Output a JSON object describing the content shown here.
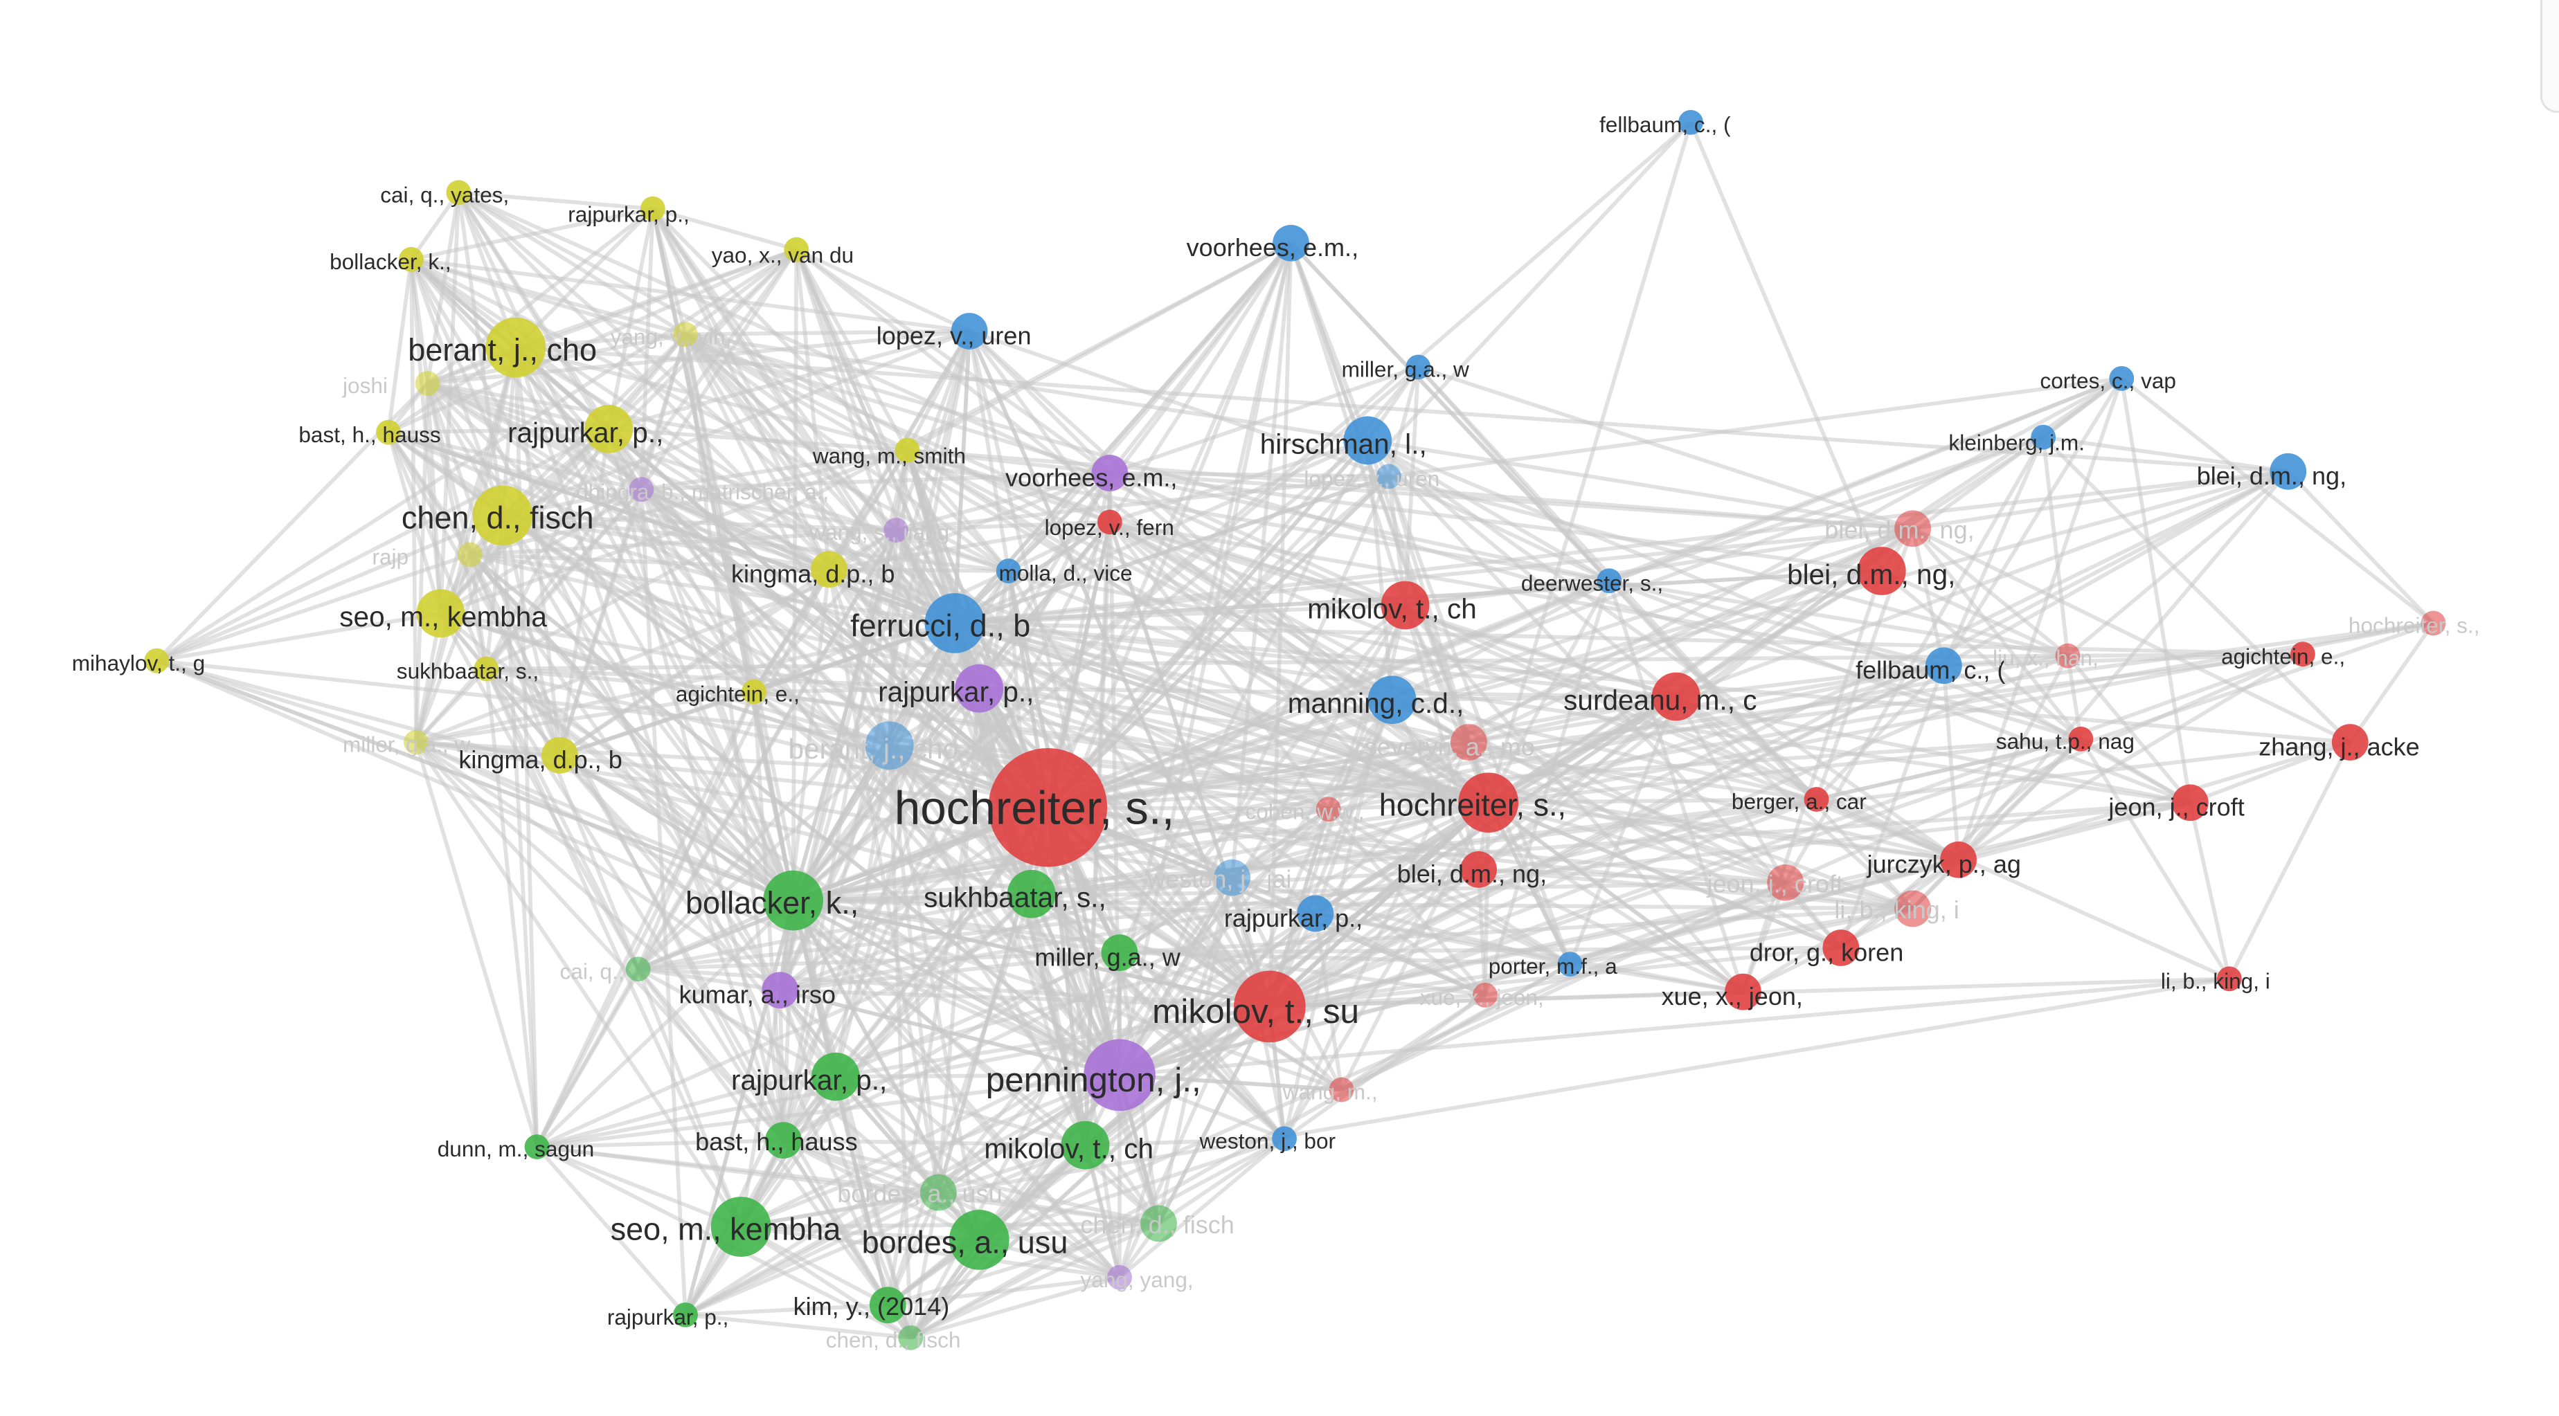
{
  "colors": {
    "yellow": "#cfcf2c",
    "blue": "#3d8fd6",
    "purple": "#a66fd6",
    "green": "#3bb345",
    "red": "#e03c3c",
    "edge": "#c8c8c8",
    "label": "#2b2b2b",
    "faint_label": "#c9c9c9"
  },
  "nodes": [
    {
      "id": "fellbaum_top",
      "label": "fellbaum, c., (",
      "cluster": "blue",
      "weight": 1,
      "faint": false
    },
    {
      "id": "cai",
      "label": "cai, q., yates,",
      "cluster": "yellow",
      "weight": 1,
      "faint": false
    },
    {
      "id": "rajpurkar_y1",
      "label": "rajpurkar, p.,",
      "cluster": "yellow",
      "weight": 1,
      "faint": false
    },
    {
      "id": "yao",
      "label": "yao, x., van du",
      "cluster": "yellow",
      "weight": 1,
      "faint": false
    },
    {
      "id": "bollacker_y",
      "label": "bollacker, k.,",
      "cluster": "yellow",
      "weight": 1,
      "faint": false
    },
    {
      "id": "voorhees_b1",
      "label": "voorhees, e.m.,",
      "cluster": "blue",
      "weight": 2,
      "faint": false
    },
    {
      "id": "berant_y",
      "label": "berant, j., cho",
      "cluster": "yellow",
      "weight": 4,
      "faint": false
    },
    {
      "id": "yang_yih",
      "label": "yang, y., yih,",
      "cluster": "yellow",
      "weight": 1,
      "faint": true
    },
    {
      "id": "lopez_b1",
      "label": "lopez, v., uren",
      "cluster": "blue",
      "weight": 2,
      "faint": false
    },
    {
      "id": "miller_b1",
      "label": "miller, g.a., w",
      "cluster": "blue",
      "weight": 1,
      "faint": false
    },
    {
      "id": "cortes",
      "label": "cortes, c., vap",
      "cluster": "blue",
      "weight": 1,
      "faint": false
    },
    {
      "id": "joshi",
      "label": "joshi",
      "cluster": "yellow",
      "weight": 1,
      "faint": true
    },
    {
      "id": "bast_y",
      "label": "bast, h., hauss",
      "cluster": "yellow",
      "weight": 1,
      "faint": false
    },
    {
      "id": "rajpurkar_y2",
      "label": "rajpurkar, p.,",
      "cluster": "yellow",
      "weight": 3,
      "faint": false
    },
    {
      "id": "wang_smith",
      "label": "wang, m., smith",
      "cluster": "yellow",
      "weight": 1,
      "faint": false
    },
    {
      "id": "hirschman",
      "label": "hirschman, l.,",
      "cluster": "blue",
      "weight": 3,
      "faint": false
    },
    {
      "id": "kleinberg",
      "label": "kleinberg, j.m.",
      "cluster": "blue",
      "weight": 1,
      "faint": false
    },
    {
      "id": "blei_b_right",
      "label": "blei, d.m., ng,",
      "cluster": "blue",
      "weight": 2,
      "faint": false
    },
    {
      "id": "voorhees_p",
      "label": "voorhees, e.m.,",
      "cluster": "purple",
      "weight": 2,
      "faint": false
    },
    {
      "id": "lopez_faint",
      "label": "lopez, v., uren",
      "cluster": "blue",
      "weight": 1,
      "faint": true
    },
    {
      "id": "matrischer",
      "label": "dhingra, b., matrischer, a.,",
      "cluster": "purple",
      "weight": 1,
      "faint": true
    },
    {
      "id": "chen_y",
      "label": "chen, d., fisch",
      "cluster": "yellow",
      "weight": 4,
      "faint": false
    },
    {
      "id": "wang_jiang",
      "label": "wang, s., jiang",
      "cluster": "purple",
      "weight": 1,
      "faint": true
    },
    {
      "id": "lopez_fern",
      "label": "lopez, v., fern",
      "cluster": "red",
      "weight": 1,
      "faint": false
    },
    {
      "id": "blei_faint",
      "label": "blei, d.m., ng,",
      "cluster": "red",
      "weight": 2,
      "faint": true
    },
    {
      "id": "rajp_faint",
      "label": "rajp",
      "cluster": "yellow",
      "weight": 1,
      "faint": true
    },
    {
      "id": "kingma_p",
      "label": "kingma, d.p., b",
      "cluster": "yellow",
      "weight": 2,
      "faint": false
    },
    {
      "id": "molla",
      "label": "molla, d., vice",
      "cluster": "blue",
      "weight": 1,
      "faint": false
    },
    {
      "id": "blei_r",
      "label": "blei, d.m., ng,",
      "cluster": "red",
      "weight": 3,
      "faint": false
    },
    {
      "id": "deerwester",
      "label": "deerwester, s.,",
      "cluster": "blue",
      "weight": 1,
      "faint": false
    },
    {
      "id": "seo_y",
      "label": "seo, m., kembha",
      "cluster": "yellow",
      "weight": 3,
      "faint": false
    },
    {
      "id": "ferrucci",
      "label": "ferrucci, d., b",
      "cluster": "blue",
      "weight": 4,
      "faint": false
    },
    {
      "id": "mikolov_r_ch",
      "label": "mikolov, t., ch",
      "cluster": "red",
      "weight": 3,
      "faint": false
    },
    {
      "id": "hochreiter_faint",
      "label": "hochreiter, s.,",
      "cluster": "red",
      "weight": 1,
      "faint": true
    },
    {
      "id": "mihaylov",
      "label": "mihaylov, t., g",
      "cluster": "yellow",
      "weight": 1,
      "faint": false
    },
    {
      "id": "sukhbaatar_y",
      "label": "sukhbaatar, s.,",
      "cluster": "yellow",
      "weight": 1,
      "faint": false
    },
    {
      "id": "agichtein_y",
      "label": "agichtein, e.,",
      "cluster": "yellow",
      "weight": 1,
      "faint": false
    },
    {
      "id": "rajpurkar_p",
      "label": "rajpurkar, p.,",
      "cluster": "purple",
      "weight": 3,
      "faint": false
    },
    {
      "id": "fellbaum_b",
      "label": "fellbaum, c., (",
      "cluster": "blue",
      "weight": 2,
      "faint": false
    },
    {
      "id": "liu_faint",
      "label": "liu, x., han,",
      "cluster": "red",
      "weight": 1,
      "faint": true
    },
    {
      "id": "agichtein_r",
      "label": "agichtein, e.,",
      "cluster": "red",
      "weight": 1,
      "faint": false
    },
    {
      "id": "manning",
      "label": "manning, c.d.,",
      "cluster": "blue",
      "weight": 3,
      "faint": false
    },
    {
      "id": "surdeanu",
      "label": "surdeanu, m., c",
      "cluster": "red",
      "weight": 3,
      "faint": false
    },
    {
      "id": "sahu",
      "label": "sahu, t.p., nag",
      "cluster": "red",
      "weight": 1,
      "faint": false
    },
    {
      "id": "zhang",
      "label": "zhang, j., acke",
      "cluster": "red",
      "weight": 2,
      "faint": false
    },
    {
      "id": "miller_faint",
      "label": "miller, g.a., w",
      "cluster": "yellow",
      "weight": 1,
      "faint": true
    },
    {
      "id": "kingma_y",
      "label": "kingma, d.p., b",
      "cluster": "yellow",
      "weight": 2,
      "faint": false
    },
    {
      "id": "berant_b",
      "label": "berant, j., cho",
      "cluster": "blue",
      "weight": 3,
      "faint": true
    },
    {
      "id": "severyn",
      "label": "severyn, a., mo",
      "cluster": "red",
      "weight": 2,
      "faint": true
    },
    {
      "id": "hochreiter_main",
      "label": "hochreiter, s.,",
      "cluster": "red",
      "weight": 9,
      "faint": false
    },
    {
      "id": "cohen",
      "label": "cohen, w.w.,",
      "cluster": "red",
      "weight": 1,
      "faint": true
    },
    {
      "id": "hochreiter_r2",
      "label": "hochreiter, s.,",
      "cluster": "red",
      "weight": 4,
      "faint": false
    },
    {
      "id": "berger",
      "label": "berger, a., car",
      "cluster": "red",
      "weight": 1,
      "faint": false
    },
    {
      "id": "jeon_croft",
      "label": "jeon, j., croft",
      "cluster": "red",
      "weight": 2,
      "faint": false
    },
    {
      "id": "jeon_faint",
      "label": "jeon, j., croft",
      "cluster": "red",
      "weight": 2,
      "faint": true
    },
    {
      "id": "jurczyk",
      "label": "jurczyk, p., ag",
      "cluster": "red",
      "weight": 2,
      "faint": false
    },
    {
      "id": "bollacker_g",
      "label": "bollacker, k.,",
      "cluster": "green",
      "weight": 4,
      "faint": false
    },
    {
      "id": "sukhbaatar_g",
      "label": "sukhbaatar, s.,",
      "cluster": "green",
      "weight": 3,
      "faint": false
    },
    {
      "id": "weston_faint",
      "label": "weston, j., jai",
      "cluster": "blue",
      "weight": 2,
      "faint": true
    },
    {
      "id": "blei_r2",
      "label": "blei, d.m., ng,",
      "cluster": "red",
      "weight": 2,
      "faint": false
    },
    {
      "id": "li_king_faint",
      "label": "li, b., king, i",
      "cluster": "red",
      "weight": 2,
      "faint": true
    },
    {
      "id": "rajpurkar_b",
      "label": "rajpurkar, p.,",
      "cluster": "blue",
      "weight": 2,
      "faint": false
    },
    {
      "id": "dror",
      "label": "dror, g., koren",
      "cluster": "red",
      "weight": 2,
      "faint": false
    },
    {
      "id": "miller_g",
      "label": "miller, g.a., w",
      "cluster": "green",
      "weight": 2,
      "faint": false
    },
    {
      "id": "porter",
      "label": "porter, m.f., a",
      "cluster": "blue",
      "weight": 1,
      "faint": false
    },
    {
      "id": "li_king",
      "label": "li, b., king, i",
      "cluster": "red",
      "weight": 1,
      "faint": false
    },
    {
      "id": "cai_faint",
      "label": "cai, q.,",
      "cluster": "green",
      "weight": 1,
      "faint": true
    },
    {
      "id": "kumar",
      "label": "kumar, a., irso",
      "cluster": "purple",
      "weight": 2,
      "faint": false
    },
    {
      "id": "mikolov_su",
      "label": "mikolov, t., su",
      "cluster": "red",
      "weight": 5,
      "faint": false
    },
    {
      "id": "xue_faint",
      "label": "xue, x., jeon,",
      "cluster": "red",
      "weight": 1,
      "faint": true
    },
    {
      "id": "xue",
      "label": "xue, x., jeon,",
      "cluster": "red",
      "weight": 2,
      "faint": false
    },
    {
      "id": "rajpurkar_g",
      "label": "rajpurkar, p.,",
      "cluster": "green",
      "weight": 3,
      "faint": false
    },
    {
      "id": "pennington",
      "label": "pennington, j.,",
      "cluster": "purple",
      "weight": 5,
      "faint": false
    },
    {
      "id": "wang_faint",
      "label": "wang, m.,",
      "cluster": "red",
      "weight": 1,
      "faint": true
    },
    {
      "id": "dunn",
      "label": "dunn, m., sagun",
      "cluster": "green",
      "weight": 1,
      "faint": false
    },
    {
      "id": "bast_g",
      "label": "bast, h., hauss",
      "cluster": "green",
      "weight": 2,
      "faint": false
    },
    {
      "id": "mikolov_g",
      "label": "mikolov, t., ch",
      "cluster": "green",
      "weight": 3,
      "faint": false
    },
    {
      "id": "weston_b",
      "label": "weston, j., bor",
      "cluster": "blue",
      "weight": 1,
      "faint": false
    },
    {
      "id": "bordes_faint",
      "label": "bordes, a., usu",
      "cluster": "green",
      "weight": 2,
      "faint": true
    },
    {
      "id": "chen_faint",
      "label": "chen, d., fisch",
      "cluster": "green",
      "weight": 2,
      "faint": true
    },
    {
      "id": "seo_g",
      "label": "seo, m., kembha",
      "cluster": "green",
      "weight": 4,
      "faint": false
    },
    {
      "id": "bordes_g",
      "label": "bordes, a., usu",
      "cluster": "green",
      "weight": 4,
      "faint": false
    },
    {
      "id": "yang_faint",
      "label": "yang, yang,",
      "cluster": "purple",
      "weight": 1,
      "faint": true
    },
    {
      "id": "rajpurkar_g2",
      "label": "rajpurkar, p.,",
      "cluster": "green",
      "weight": 1,
      "faint": false
    },
    {
      "id": "kim",
      "label": "kim, y., (2014)",
      "cluster": "green",
      "weight": 2,
      "faint": false
    },
    {
      "id": "chen_faint2",
      "label": "chen, d., fisch",
      "cluster": "green",
      "weight": 1,
      "faint": true
    }
  ]
}
